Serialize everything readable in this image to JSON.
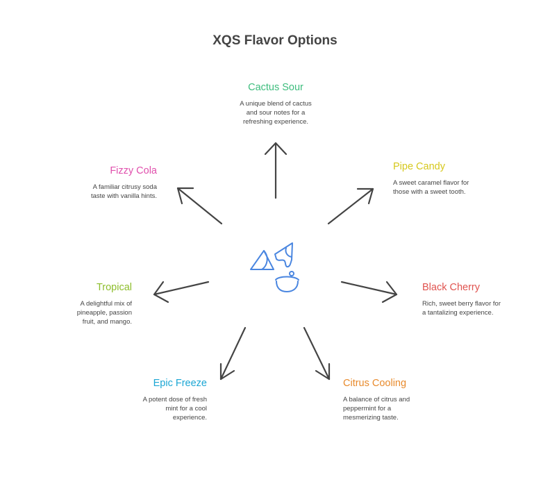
{
  "title": "XQS Flavor Options",
  "options": [
    {
      "name": "Cactus Sour",
      "description": "A unique blend of cactus and sour notes for a refreshing experience.",
      "color": "#3dbd7d"
    },
    {
      "name": "Pipe Candy",
      "description": "A sweet caramel flavor for those with a sweet tooth.",
      "color": "#d6c81c"
    },
    {
      "name": "Black Cherry",
      "description": "Rich, sweet berry flavor for a tantalizing experience.",
      "color": "#e0534f"
    },
    {
      "name": "Citrus Cooling",
      "description": "A balance of citrus and peppermint for a mesmerizing taste.",
      "color": "#e88a2c"
    },
    {
      "name": "Epic Freeze",
      "description": "A potent dose of fresh mint for a cool experience.",
      "color": "#1ba6d4"
    },
    {
      "name": "Tropical",
      "description": "A delightful mix of pineapple, passion fruit, and mango.",
      "color": "#8dbd2b"
    },
    {
      "name": "Fizzy Cola",
      "description": "A familiar citrusy soda taste with vanilla hints.",
      "color": "#e050ad"
    }
  ],
  "center_icon": "candy-and-bowl-icon",
  "icon_color": "#4a86e0"
}
